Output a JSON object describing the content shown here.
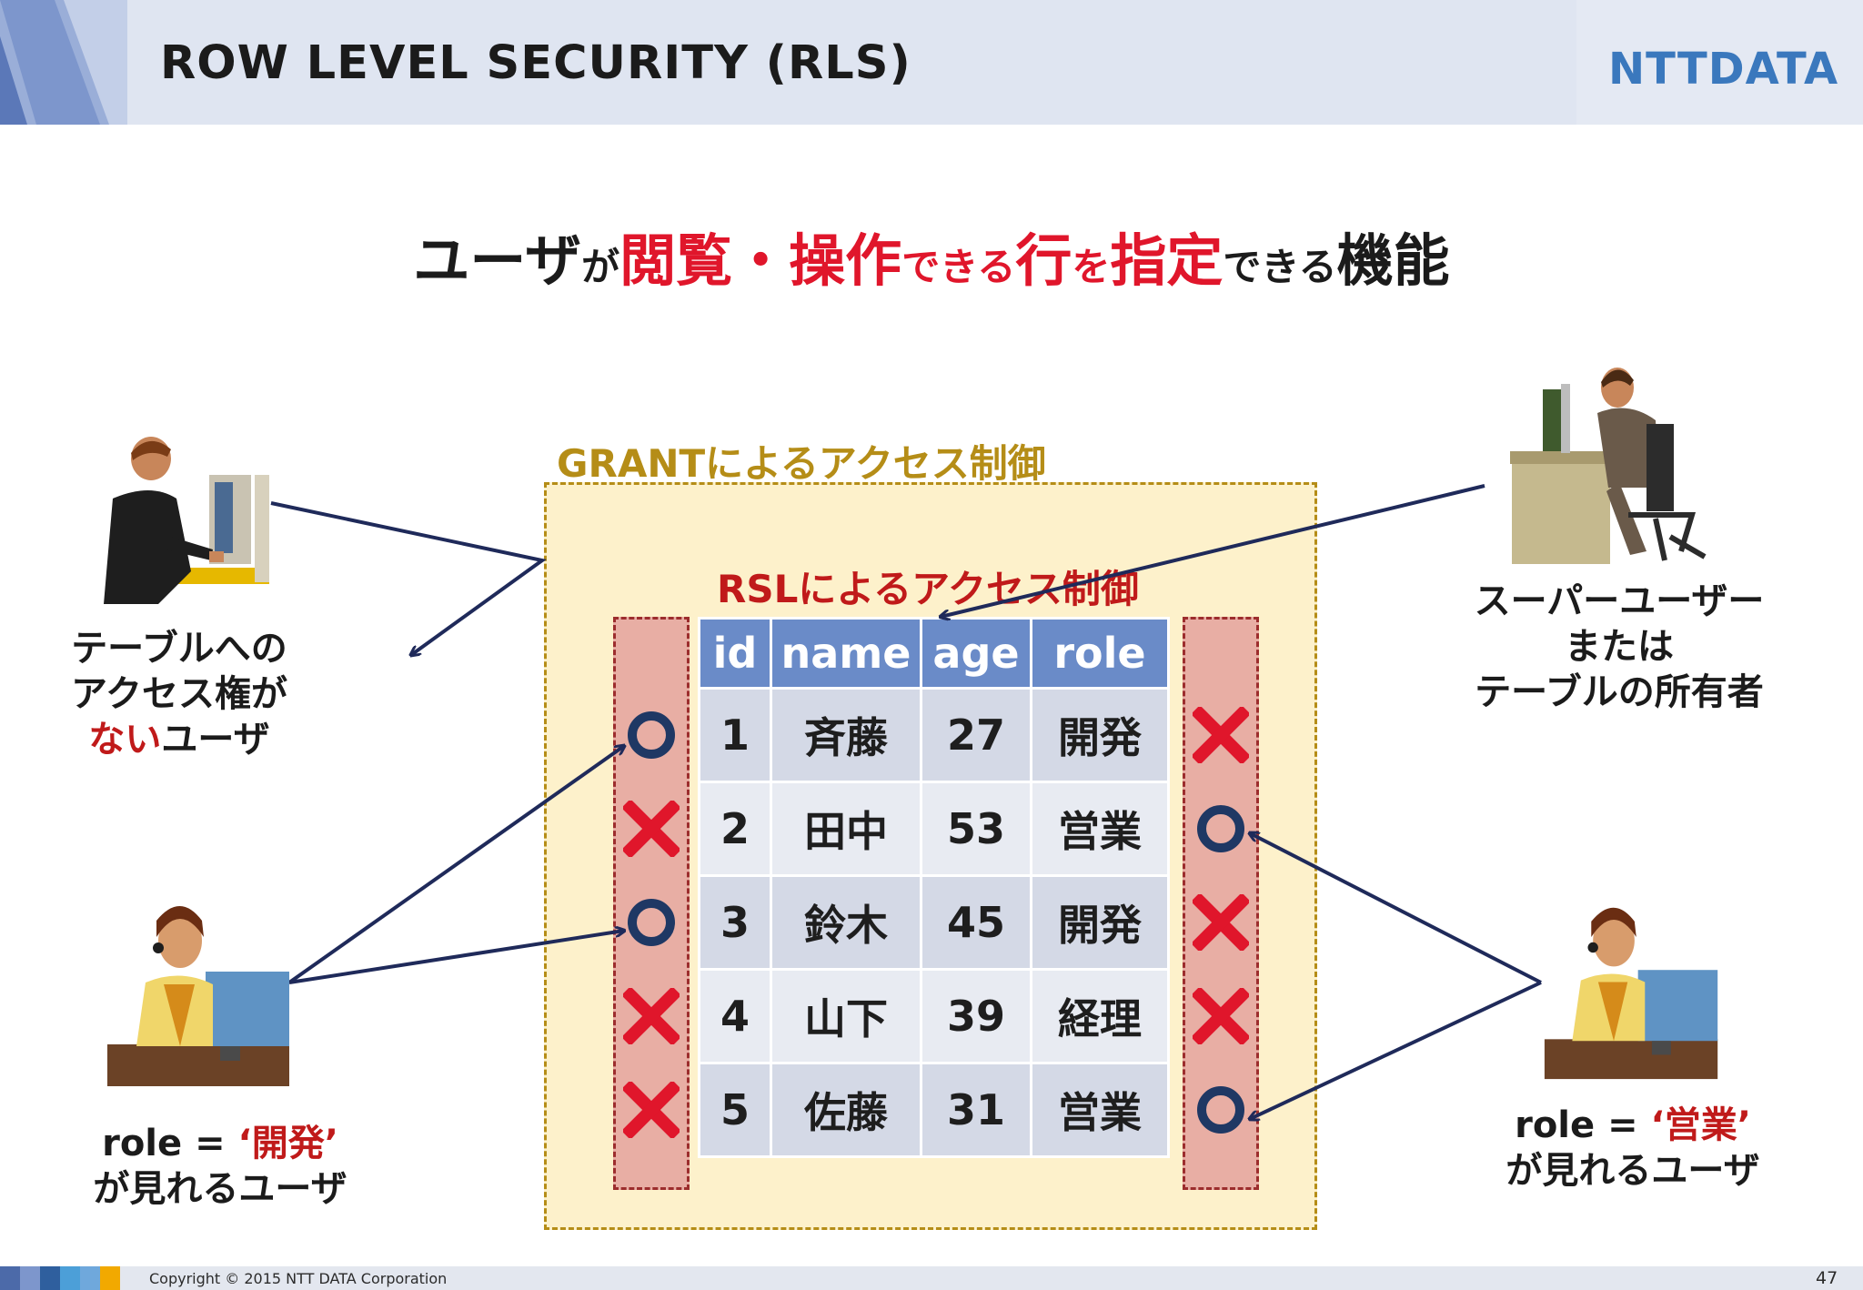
{
  "header": {
    "title": "ROW LEVEL SECURITY (RLS)",
    "logo_text": "NTTDATA"
  },
  "headline": {
    "p1": "ユーザ",
    "p2": "が",
    "p3": "閲覧・操作",
    "p4": "できる",
    "p5": "行",
    "p6": "を",
    "p7": "指定",
    "p8": "できる",
    "p9": "機能"
  },
  "grant_label": "GRANTによるアクセス制御",
  "rls_label": "RSLによるアクセス制御",
  "table": {
    "columns": [
      "id",
      "name",
      "age",
      "role"
    ],
    "rows": [
      {
        "id": "1",
        "name": "斉藤",
        "age": "27",
        "role": "開発"
      },
      {
        "id": "2",
        "name": "田中",
        "age": "53",
        "role": "営業"
      },
      {
        "id": "3",
        "name": "鈴木",
        "age": "45",
        "role": "開発"
      },
      {
        "id": "4",
        "name": "山下",
        "age": "39",
        "role": "経理"
      },
      {
        "id": "5",
        "name": "佐藤",
        "age": "31",
        "role": "営業"
      }
    ]
  },
  "left_policy_marks": [
    "circle",
    "cross",
    "circle",
    "cross",
    "cross"
  ],
  "right_policy_marks": [
    "cross",
    "circle",
    "cross",
    "cross",
    "circle"
  ],
  "users": {
    "no_access": {
      "line1": "テーブルへの",
      "line2": "アクセス権が",
      "line3_red": "ない",
      "line3_rest": "ユーザ"
    },
    "dev": {
      "line1_prefix": "role = ",
      "line1_red": "‘開発’",
      "line2": "が見れるユーザ"
    },
    "super": {
      "line1": "スーパーユーザー",
      "line2": "または",
      "line3": "テーブルの所有者"
    },
    "sales": {
      "line1_prefix": "role = ",
      "line1_red": "‘営業’",
      "line2": "が見れるユーザ"
    }
  },
  "footer": {
    "copyright": "Copyright © 2015 NTT DATA Corporation",
    "page_number": "47"
  },
  "colors": {
    "accent_red": "#e0162b",
    "grant_gold": "#b58d17",
    "table_header": "#6a8bc8",
    "circle_navy": "#1f3864",
    "arrow_navy": "#1f2a5a"
  }
}
